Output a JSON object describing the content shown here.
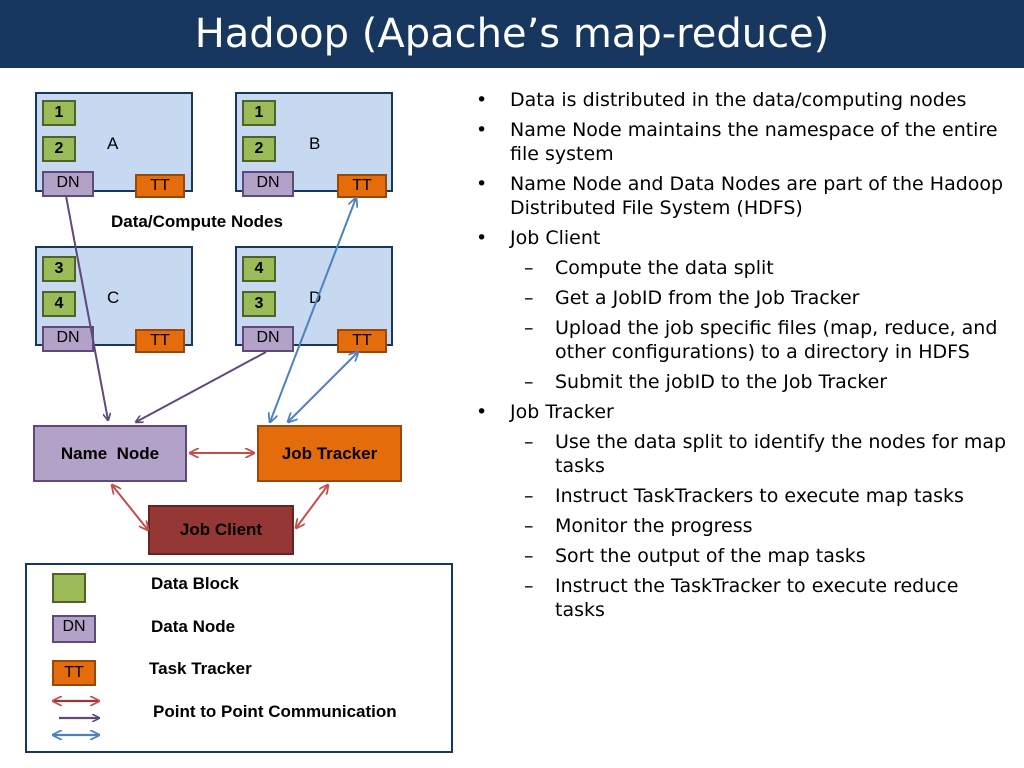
{
  "title": "Hadoop (Apache’s map-reduce)",
  "nodes": [
    {
      "label": "A",
      "blocks": [
        "1",
        "2"
      ],
      "dn": "DN",
      "tt": "TT"
    },
    {
      "label": "B",
      "blocks": [
        "1",
        "2"
      ],
      "dn": "DN",
      "tt": "TT"
    },
    {
      "label": "C",
      "blocks": [
        "3",
        "4"
      ],
      "dn": "DN",
      "tt": "TT"
    },
    {
      "label": "D",
      "blocks": [
        "4",
        "3"
      ],
      "dn": "DN",
      "tt": "TT"
    }
  ],
  "nodes_caption": "Data/Compute Nodes",
  "name_node": "Name  Node",
  "job_tracker": "Job Tracker",
  "job_client": "Job Client",
  "legend": {
    "data_block": "Data Block",
    "dn_icon": "DN",
    "data_node": "Data Node",
    "tt_icon": "TT",
    "task_tracker": "Task Tracker",
    "p2p": "Point to Point Communication"
  },
  "colors": {
    "title_bar": "#17375e",
    "node_fill": "#c6d9f1",
    "block": "#9bbb59",
    "data_node": "#b3a2c7",
    "task_tracker": "#e46c0a",
    "job_client": "#953735",
    "arrow_red": "#c0504d",
    "arrow_purple": "#5f497a",
    "arrow_blue": "#4f81bd"
  },
  "bullets": [
    {
      "text": "Data is distributed in the data/computing nodes",
      "sub": []
    },
    {
      "text": "Name Node maintains the namespace of the entire file system",
      "sub": []
    },
    {
      "text": "Name Node and Data Nodes are part of the Hadoop Distributed File System (HDFS)",
      "sub": []
    },
    {
      "text": "Job Client",
      "sub": [
        "Compute the data split",
        "Get a JobID from the Job Tracker",
        "Upload the job specific files (map, reduce, and other configurations) to a directory in HDFS",
        "Submit the jobID to the Job Tracker"
      ]
    },
    {
      "text": "Job Tracker",
      "sub": [
        "Use the data split to identify the nodes for map tasks",
        "Instruct TaskTrackers to execute map tasks",
        "Monitor the progress",
        "Sort the output of the map tasks",
        "Instruct the TaskTracker to execute reduce tasks"
      ]
    }
  ]
}
